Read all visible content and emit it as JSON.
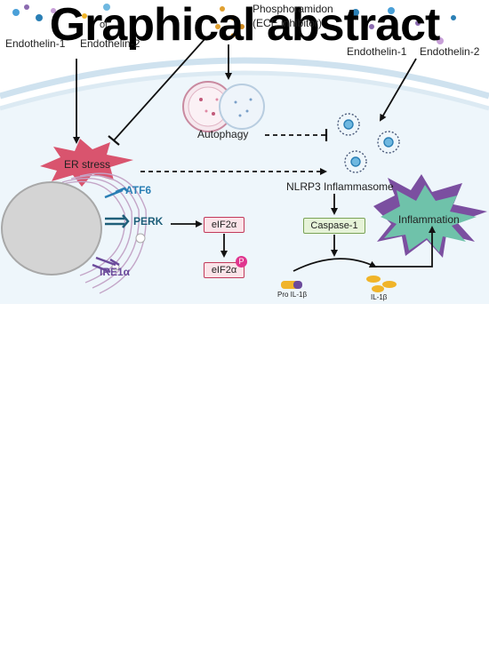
{
  "title": "Graphical abstract",
  "top": {
    "left_ligands": [
      "Endothelin-1",
      "Endothelin-2"
    ],
    "inhibitor_line1": "Phosphoramidon",
    "inhibitor_line2": "(ECE inhibitor)",
    "left_cut": "ol",
    "right_ligands": [
      "Endothelin-1",
      "Endothelin-2"
    ]
  },
  "labels": {
    "autophagy": "Autophagy",
    "er_stress": "ER stress",
    "nlrp3": "NLRP3 Inflammasome",
    "caspase": "Caspase-1",
    "inflammation": "Inflammation",
    "atf6": "ATF6",
    "perk": "PERK",
    "ire1a": "IRE1α",
    "eif2a": "eIF2α",
    "eif2a_p": "eIF2α",
    "phospho": "P",
    "pro_il1b": "Pro IL-1β",
    "il1b": "IL-1β"
  },
  "colors": {
    "cell_bg": "#eef6fb",
    "membrane": "#cfe2ef",
    "er_stress": "#d9546e",
    "inflammation_burst": "#6fc2aa",
    "inflammation_spikes": "#7b4fa0",
    "atf6": "#2a7fb5",
    "perk": "#1f5f7a",
    "ire1a": "#6b4a9b",
    "eif2a_fill": "#fbe3e8",
    "eif2a_border": "#c23a5b",
    "caspase_fill": "#e6f3d8",
    "caspase_border": "#7aa356",
    "il1b": "#f0b429",
    "phospho_badge": "#e0358e"
  },
  "icons": [
    "ligand-dots",
    "autophagosome-icon",
    "inflammasome-icon",
    "nucleus-icon",
    "er-membrane-icon"
  ]
}
